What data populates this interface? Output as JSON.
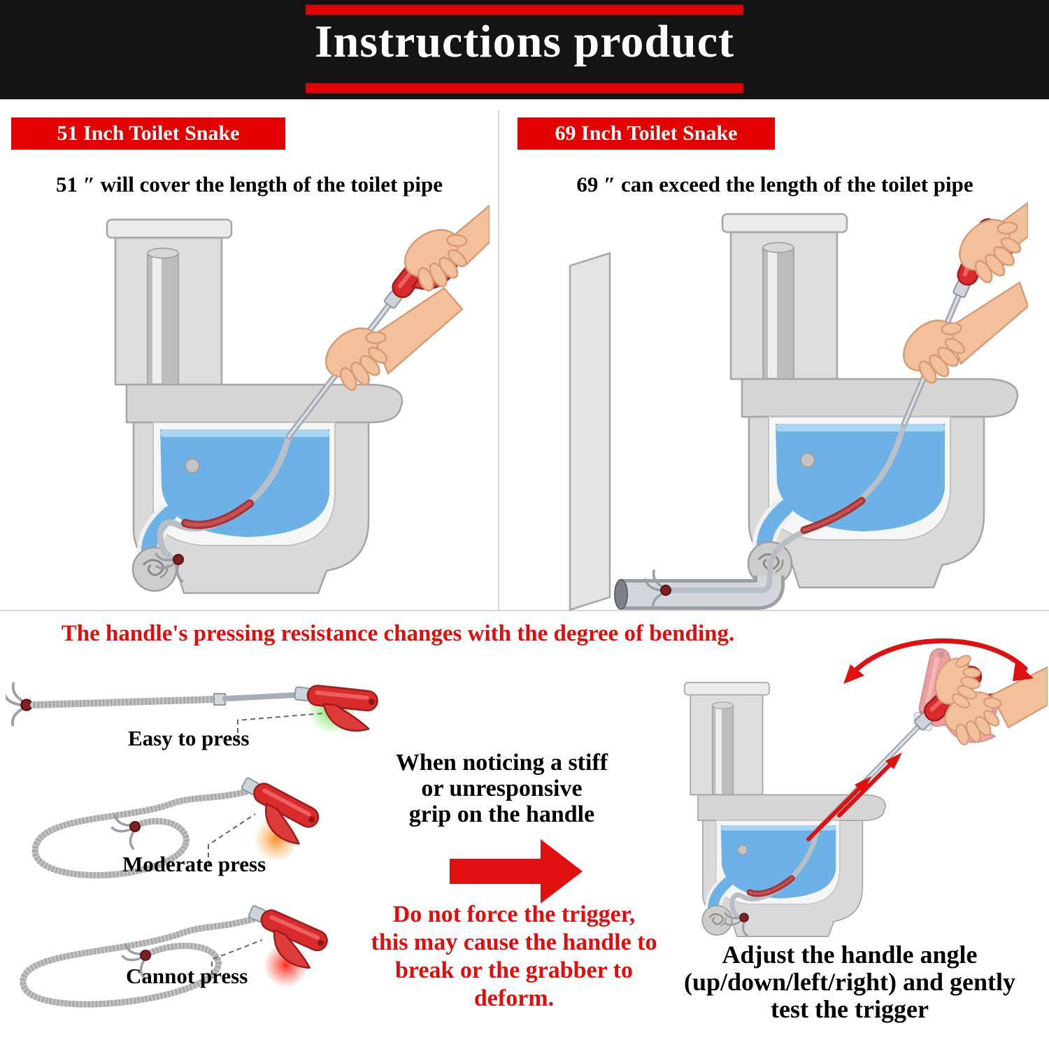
{
  "header": {
    "title": "Instructions product"
  },
  "left_section": {
    "badge": "51 Inch Toilet Snake",
    "caption": "51 ″ will cover the length of the toilet pipe"
  },
  "right_section": {
    "badge": "69 Inch Toilet Snake",
    "caption": "69 ″ can exceed the length of the toilet pipe"
  },
  "bending_note": {
    "heading": "The handle's pressing resistance changes with the degree of bending.",
    "tools": [
      {
        "label": "Easy to press",
        "glow": "green"
      },
      {
        "label": "Moderate press",
        "glow": "orange"
      },
      {
        "label": "Cannot press",
        "glow": "red"
      }
    ],
    "stiff_note_lines": [
      "When noticing a stiff",
      "or unresponsive",
      "grip on the handle"
    ],
    "warning_lines": [
      "Do not force the trigger,",
      "this may cause the handle to",
      "break or the grabber to",
      "deform."
    ],
    "adjust_lines": [
      "Adjust the handle angle",
      "(up/down/left/right) and gently",
      "test the trigger"
    ]
  },
  "colors": {
    "accent_red": "#e50000",
    "warning_text_red": "#e50b0b",
    "header_background": "#141414",
    "water_blue": "#6cb2e6",
    "handle_red": "#d92b2b"
  }
}
